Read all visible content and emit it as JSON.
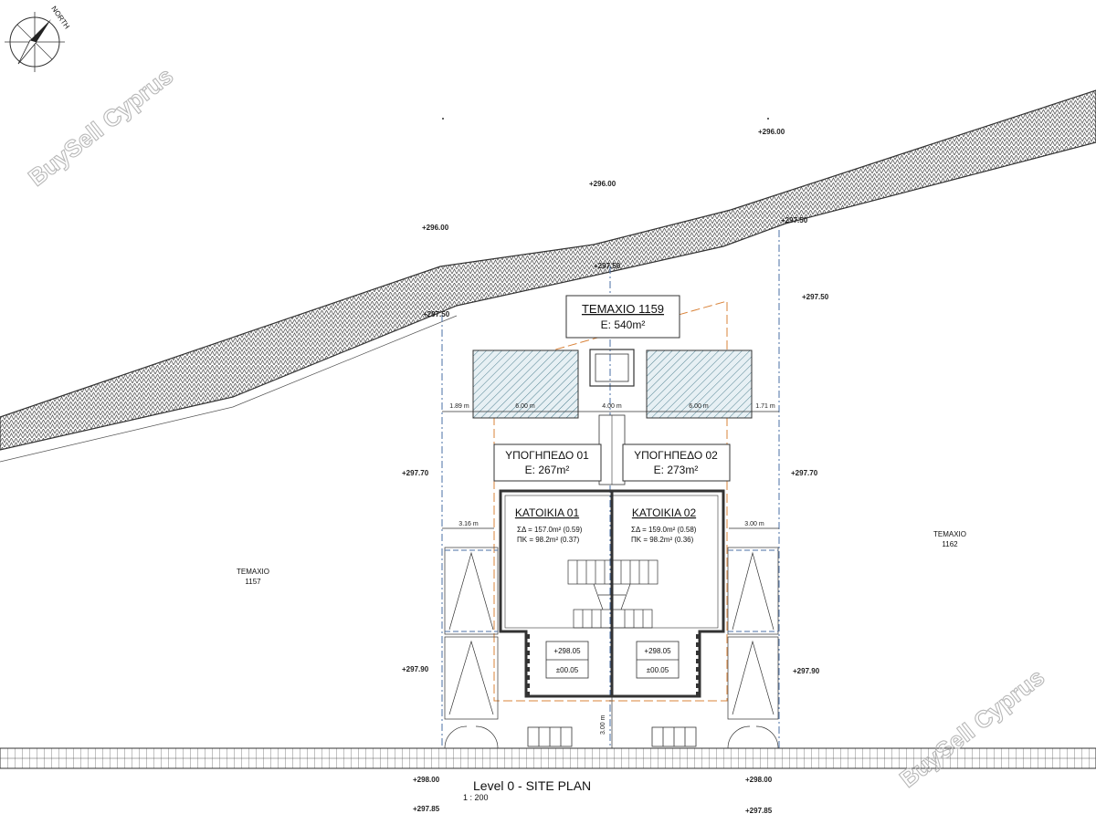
{
  "north": {
    "label": "NORTH"
  },
  "watermark": {
    "text": "BuySell Cyprus"
  },
  "levels": {
    "top_right_1": "+296.00",
    "top_center": "+296.00",
    "top_left": "+296.00",
    "ridge_right": "+297.50",
    "ridge_center": "+297.50",
    "right_upper": "+297.50",
    "left_upper": "+297.50",
    "left_mid": "+297.70",
    "right_mid": "+297.70",
    "left_low": "+297.90",
    "right_low": "+297.90",
    "bottom_left_1": "+298.00",
    "bottom_left_2": "+297.85",
    "bottom_right_1": "+298.00",
    "bottom_right_2": "+297.85"
  },
  "plot": {
    "title": "ΤΕΜΑΧΙΟ 1159",
    "area": "Ε: 540m²"
  },
  "neighbors": {
    "left": {
      "line1": "ΤΕΜΑΧΙΟ",
      "line2": "1157"
    },
    "right": {
      "line1": "ΤΕΜΑΧΙΟ",
      "line2": "1162"
    }
  },
  "dimensions": {
    "d1": "1.89 m",
    "d2": "6.00 m",
    "d3": "4.00 m",
    "d4": "6.00 m",
    "d5": "1.71 m",
    "d6": "3.16 m",
    "d7": "3.00 m",
    "d8": "3.00 m"
  },
  "basements": [
    {
      "title": "ΥΠΟΓΗΠΕΔΟ 01",
      "area": "Ε: 267m²"
    },
    {
      "title": "ΥΠΟΓΗΠΕΔΟ 02",
      "area": "Ε: 273m²"
    }
  ],
  "houses": [
    {
      "title": "ΚΑΤΟΙΚΙΑ 01",
      "line1": "ΣΔ = 157.0m² (0.59)",
      "line2": "ΠΚ = 98.2m² (0.37)",
      "lvl1": "+298.05",
      "lvl2": "±00.05"
    },
    {
      "title": "ΚΑΤΟΙΚΙΑ 02",
      "line1": "ΣΔ = 159.0m² (0.58)",
      "line2": "ΠΚ = 98.2m² (0.36)",
      "lvl1": "+298.05",
      "lvl2": "±00.05"
    }
  ],
  "footer": {
    "title": "Level 0 - SITE PLAN",
    "scale": "1 : 200"
  }
}
